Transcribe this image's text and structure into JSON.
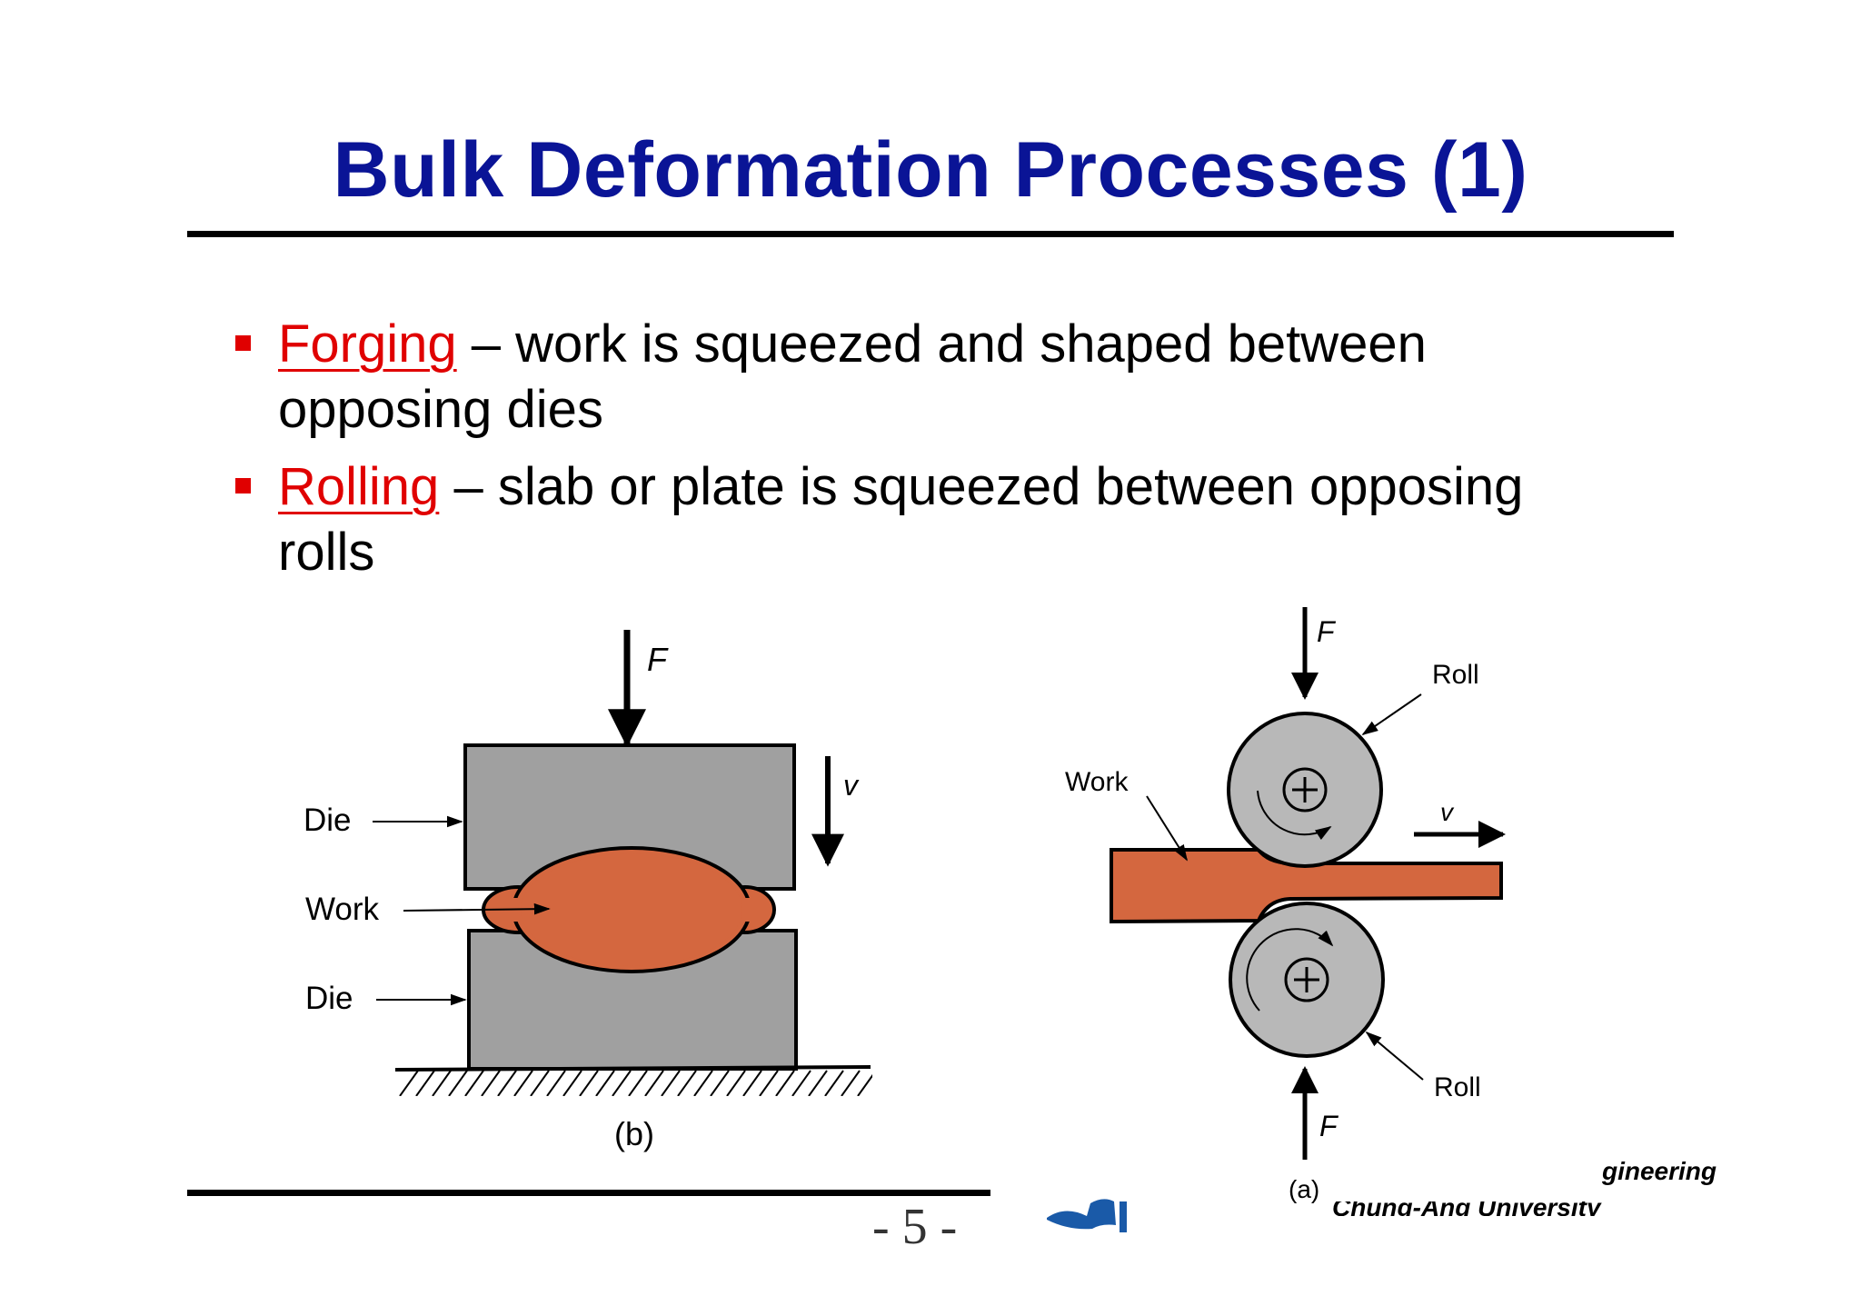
{
  "slide": {
    "title": "Bulk Deformation Processes (1)",
    "page_number": "- 5 -"
  },
  "bullets": [
    {
      "term": "Forging",
      "line1": " – work is squeezed and shaped between",
      "line2": "opposing dies"
    },
    {
      "term": "Rolling",
      "line1": " – slab or plate is squeezed between opposing",
      "line2": "rolls"
    }
  ],
  "forging_figure": {
    "caption": "(b)",
    "force_label": "F",
    "velocity_label": "v",
    "die_top_label": "Die",
    "work_label": "Work",
    "die_bottom_label": "Die"
  },
  "rolling_figure": {
    "caption": "(a)",
    "force_top_label": "F",
    "force_bottom_label": "F",
    "roll_top_label": "Roll",
    "roll_bottom_label": "Roll",
    "work_label": "Work",
    "velocity_label": "v"
  },
  "footer": {
    "dept_fragment": "gineering",
    "university_fragment": "Chung-Ang University"
  },
  "colors": {
    "title": "#0a1496",
    "term": "#e00000",
    "bullet": "#e00000",
    "die_gray": "#a0a0a0",
    "work_orange": "#d4673f",
    "logo_blue": "#1a5aa8"
  }
}
